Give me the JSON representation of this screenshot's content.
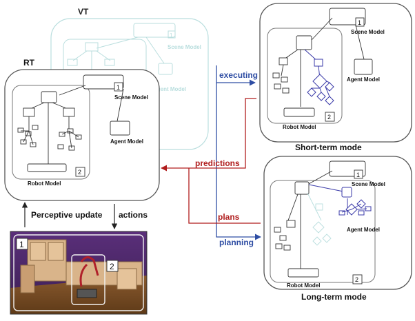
{
  "vt": {
    "title": "VT",
    "scene_model": "Scene Model",
    "agent_model": "Agent Model",
    "badge": "1"
  },
  "rt": {
    "title": "RT",
    "scene_model": "Scene Model",
    "agent_model": "Agent Model",
    "robot_model": "Robot Model",
    "badge_scene": "1",
    "badge_robot": "2"
  },
  "short_term": {
    "caption": "Short-term mode",
    "scene_model": "Scene Model",
    "agent_model": "Agent Model",
    "robot_model": "Robot Model",
    "badge_scene": "1",
    "badge_robot": "2"
  },
  "long_term": {
    "caption": "Long-term mode",
    "scene_model": "Scene Model",
    "agent_model": "Agent Model",
    "robot_model": "Robot Model",
    "badge_scene": "1",
    "badge_robot": "2"
  },
  "arrows": {
    "executing": "executing",
    "predictions": "predictions",
    "plans": "plans",
    "planning": "planning",
    "perceptive_update": "Perceptive update",
    "actions": "actions"
  },
  "photo": {
    "badge_scene": "1",
    "badge_robot": "2"
  },
  "colors": {
    "blue": "#2e4da3",
    "red": "#b01c1c",
    "faded": "#b9dede",
    "tree_blue": "#3a3aa8"
  }
}
